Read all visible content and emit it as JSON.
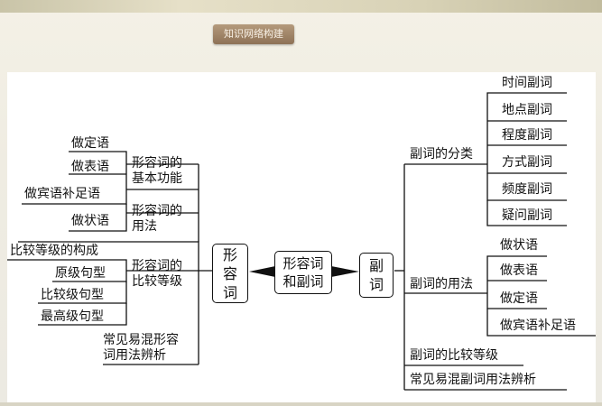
{
  "header": {
    "title": "知识网络构建"
  },
  "center": {
    "label": "形容词\n和副词"
  },
  "adjective": {
    "label": "形\n容\n词",
    "branches": [
      {
        "label": "形容词的\n基本功能",
        "items": [
          "做定语",
          "做表语",
          "做宾语补足语",
          "做状语"
        ]
      },
      {
        "label": "形容词的\n用法",
        "items": []
      },
      {
        "label": "形容词的\n比较等级",
        "items": [
          "比较等级的构成",
          "原级句型",
          "比较级句型",
          "最高级句型"
        ]
      },
      {
        "label": "常见易混形容\n词用法辨析",
        "items": []
      }
    ]
  },
  "adverb": {
    "label": "副\n词",
    "branches": [
      {
        "label": "副词的分类",
        "items": [
          "时间副词",
          "地点副词",
          "程度副词",
          "方式副词",
          "频度副词",
          "疑问副词"
        ]
      },
      {
        "label": "副词的用法",
        "items": [
          "做状语",
          "做表语",
          "做定语",
          "做宾语补足语"
        ]
      },
      {
        "label": "副词的比较等级",
        "items": []
      },
      {
        "label": "常见易混副词用法辨析",
        "items": []
      }
    ]
  }
}
